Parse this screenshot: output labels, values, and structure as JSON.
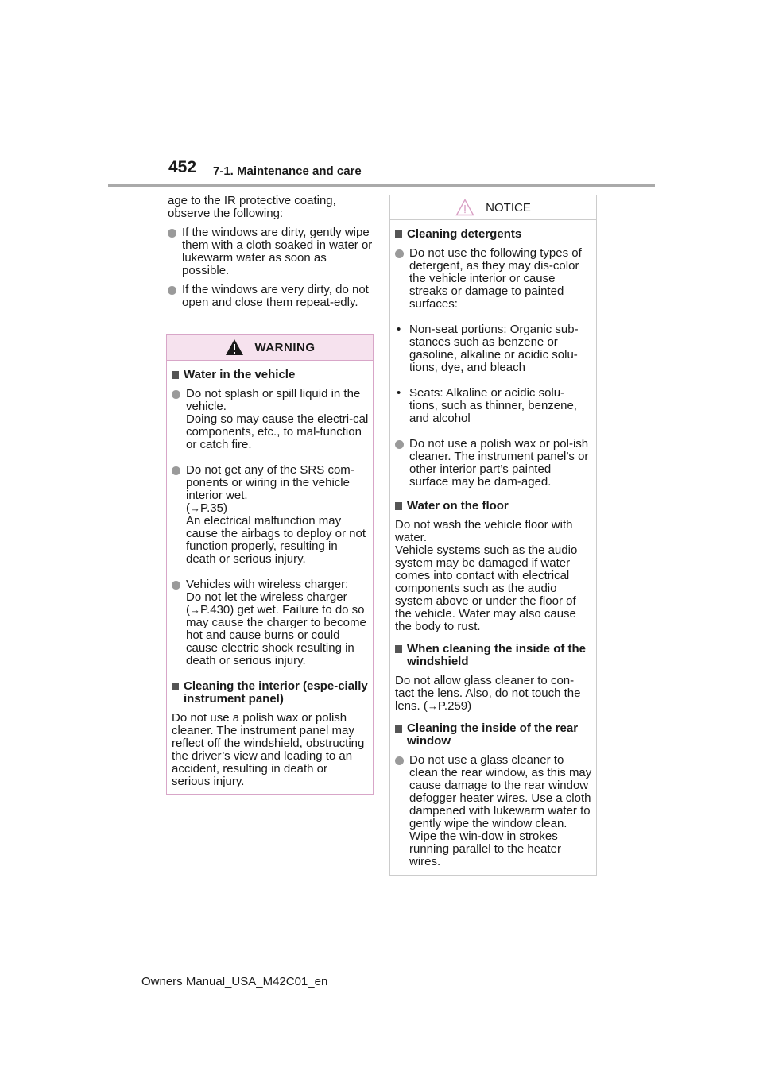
{
  "header": {
    "page_number": "452",
    "section": "7-1. Maintenance and care"
  },
  "left": {
    "intro": "age to the IR protective coating, observe the following:",
    "bullets": [
      "If the windows are dirty, gently wipe them with a cloth soaked in water or lukewarm water as soon as possible.",
      "If the windows are very dirty, do not open and close them repeat-edly."
    ]
  },
  "warning": {
    "label": "WARNING",
    "icon": "warning-triangle-icon",
    "head1": "Water in the vehicle",
    "b1_l1": "Do not splash or spill liquid in the vehicle.",
    "b1_l2": "Doing so may cause the electri-cal components, etc., to mal-function or catch fire.",
    "b2_l1": "Do not get any of the SRS com-ponents or wiring in the vehicle interior wet.",
    "b2_ref": "P.35",
    "b2_l3": "An electrical malfunction may cause the airbags to deploy or not function properly, resulting in death or serious injury.",
    "b3_l1": "Vehicles with wireless charger:",
    "b3_l2a": "Do not let the wireless charger",
    "b3_ref": "P.430",
    "b3_l2b": "get wet. Failure to do so may cause the charger to become hot and cause burns or could cause electric shock resulting in death or serious injury.",
    "head2": "Cleaning the interior (espe-cially instrument panel)",
    "para2": "Do not use a polish wax or polish cleaner. The instrument panel may reflect off the windshield, obstructing the driver’s view and leading to an accident, resulting in death or serious injury."
  },
  "notice": {
    "label": "NOTICE",
    "icon": "caution-triangle-icon",
    "head1": "Cleaning detergents",
    "b1": "Do not use the following types of detergent, as they may dis-color the vehicle interior or cause streaks or damage to painted surfaces:",
    "dash1": "Non-seat portions: Organic sub-stances such as benzene or gasoline, alkaline or acidic solu-tions, dye, and bleach",
    "dash2": "Seats: Alkaline or acidic solu-tions, such as thinner, benzene, and alcohol",
    "b2": "Do not use a polish wax or pol-ish cleaner. The instrument panel’s or other interior part’s painted surface may be dam-aged.",
    "head2": "Water on the floor",
    "para2a": "Do not wash the vehicle floor with water.",
    "para2b": "Vehicle systems such as the audio system may be damaged if water comes into contact with electrical components such as the audio system above or under the floor of the vehicle. Water may also cause the body to rust.",
    "head3": "When cleaning the inside of the windshield",
    "para3a": "Do not allow glass cleaner to con-tact the lens. Also, do not touch the lens.",
    "para3_ref": "P.259",
    "head4": "Cleaning the inside of the rear window",
    "b4": "Do not use a glass cleaner to clean the rear window, as this may cause damage to the rear window defogger heater wires. Use a cloth dampened with lukewarm water to gently wipe the window clean. Wipe the win-dow in strokes running parallel to the heater wires."
  },
  "footer": {
    "text": "Owners Manual_USA_M42C01_en"
  },
  "symbols": {
    "dash_mark": "•",
    "arrow": "→",
    "open_paren": "(",
    "close_paren": ")"
  }
}
